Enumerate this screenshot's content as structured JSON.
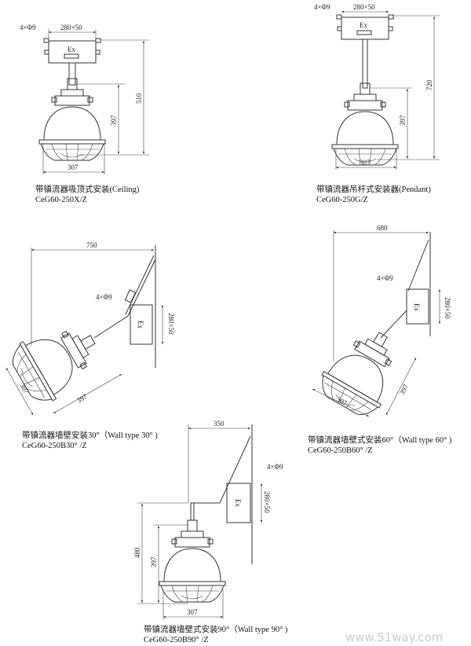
{
  "diagrams": [
    {
      "id": "ceiling",
      "caption_cn": "带镇流器吸顶式安装(Ceiling)",
      "model": "CeG60-250X/Z",
      "holes": "4×Φ9",
      "box_size": "280×50",
      "height_total": "510",
      "height_lamp": "397",
      "width": "307",
      "box_label": "Ex"
    },
    {
      "id": "pendant",
      "caption_cn": "带镇流器吊杆式安装器(Pendant)",
      "model": "CeG60-250G/Z",
      "holes": "4×Φ9",
      "box_size": "280×50",
      "height_total": "720",
      "height_lamp": "397",
      "width": "307",
      "box_label": "Ex"
    },
    {
      "id": "wall30",
      "caption_cn": "带镇流器墙壁安装30°（Wall type 30° )",
      "model": "CeG60-250B30° /Z",
      "holes": "4×Φ9",
      "box_size": "280×50",
      "reach": "750",
      "height_lamp": "397",
      "width": "307",
      "box_label": "Ex"
    },
    {
      "id": "wall60",
      "caption_cn": "带镇流器墙壁式安装60°（Wall type 60° )",
      "model": "CeG60-250B60° /Z",
      "holes": "4×Φ9",
      "box_size": "280×50",
      "reach": "680",
      "height_lamp": "397",
      "width": "307",
      "box_label": "Ex"
    },
    {
      "id": "wall90",
      "caption_cn": "带镇流器墙壁式安装90°（Wall type 90° )",
      "model": "CeG60-250B90° /Z",
      "holes": "4×Φ9",
      "box_size": "280×50",
      "reach": "350",
      "height_total": "480",
      "height_lamp": "397",
      "width": "307",
      "box_label": "Ex"
    }
  ],
  "watermark": "www.51way.com"
}
